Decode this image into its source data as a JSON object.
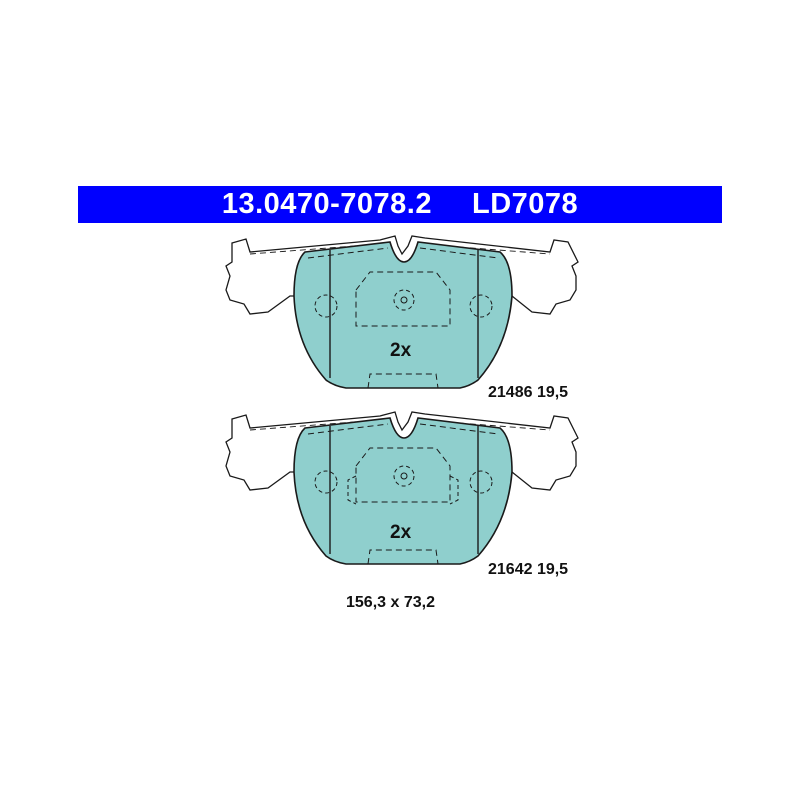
{
  "header": {
    "part_number": "13.0470-7078.2",
    "ld_number": "LD7078"
  },
  "pads": [
    {
      "quantity": "2x",
      "spec": "21486 19,5"
    },
    {
      "quantity": "2x",
      "spec": "21642 19,5"
    }
  ],
  "dimensions": "156,3 x 73,2",
  "colors": {
    "header_bg": "#0000ff",
    "header_text": "#ffffff",
    "pad_fill": "#8fcfcd",
    "line": "#1a1a1a"
  }
}
